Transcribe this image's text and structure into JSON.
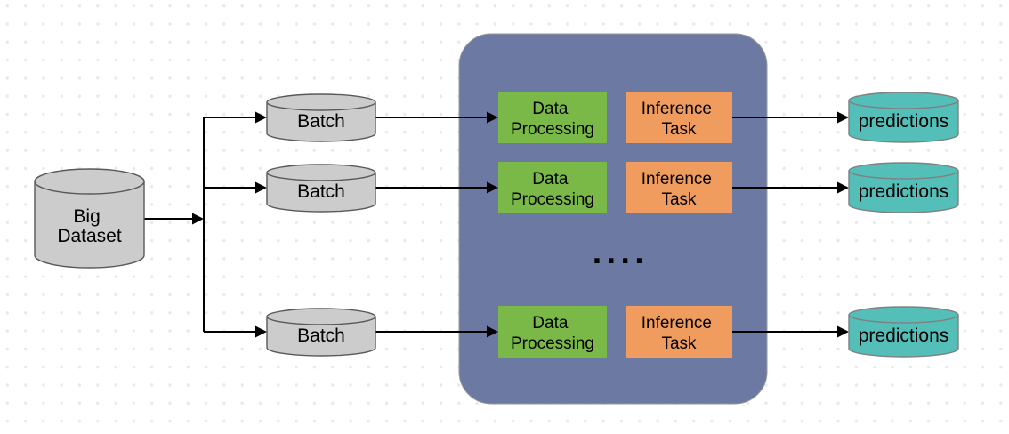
{
  "colors": {
    "background": "#ffffff",
    "grid_dot": "#e9e9e9",
    "container_fill": "#6b79a3",
    "container_stroke": "#9a9a98",
    "data_processing_fill": "#7ab848",
    "inference_task_fill": "#ef9c5e",
    "dataset_fill": "#cccccc",
    "dataset_stroke": "#595959",
    "predictions_fill": "#54beb8",
    "predictions_stroke": "#808080",
    "arrow": "#000000",
    "text": "#000000"
  },
  "diagram": {
    "source": {
      "line1": "Big",
      "line2": "Dataset"
    },
    "batches": [
      {
        "label": "Batch"
      },
      {
        "label": "Batch"
      },
      {
        "label": "Batch"
      }
    ],
    "workers": [
      {
        "data_processing": {
          "line1": "Data",
          "line2": "Processing"
        },
        "inference_task": {
          "line1": "Inference",
          "line2": "Task"
        }
      },
      {
        "data_processing": {
          "line1": "Data",
          "line2": "Processing"
        },
        "inference_task": {
          "line1": "Inference",
          "line2": "Task"
        }
      },
      {
        "data_processing": {
          "line1": "Data",
          "line2": "Processing"
        },
        "inference_task": {
          "line1": "Inference",
          "line2": "Task"
        }
      }
    ],
    "ellipsis": "....",
    "outputs": [
      {
        "label": "predictions"
      },
      {
        "label": "predictions"
      },
      {
        "label": "predictions"
      }
    ]
  }
}
